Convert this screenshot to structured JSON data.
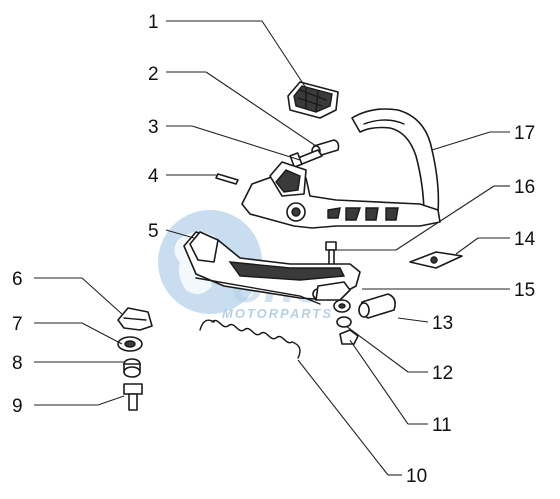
{
  "callouts": [
    {
      "id": "1",
      "label": "1"
    },
    {
      "id": "2",
      "label": "2"
    },
    {
      "id": "3",
      "label": "3"
    },
    {
      "id": "4",
      "label": "4"
    },
    {
      "id": "5",
      "label": "5"
    },
    {
      "id": "6",
      "label": "6"
    },
    {
      "id": "7",
      "label": "7"
    },
    {
      "id": "8",
      "label": "8"
    },
    {
      "id": "9",
      "label": "9"
    },
    {
      "id": "10",
      "label": "10"
    },
    {
      "id": "11",
      "label": "11"
    },
    {
      "id": "12",
      "label": "12"
    },
    {
      "id": "13",
      "label": "13"
    },
    {
      "id": "14",
      "label": "14"
    },
    {
      "id": "15",
      "label": "15"
    },
    {
      "id": "16",
      "label": "16"
    },
    {
      "id": "17",
      "label": "17"
    }
  ],
  "watermark": {
    "text": "MOTORPARTS",
    "colors": {
      "globe": "#9cc4e4",
      "land": "#c9dcec",
      "text": "#7aaad2"
    }
  },
  "colors": {
    "ink": "#1a1a1a",
    "background": "#ffffff"
  }
}
